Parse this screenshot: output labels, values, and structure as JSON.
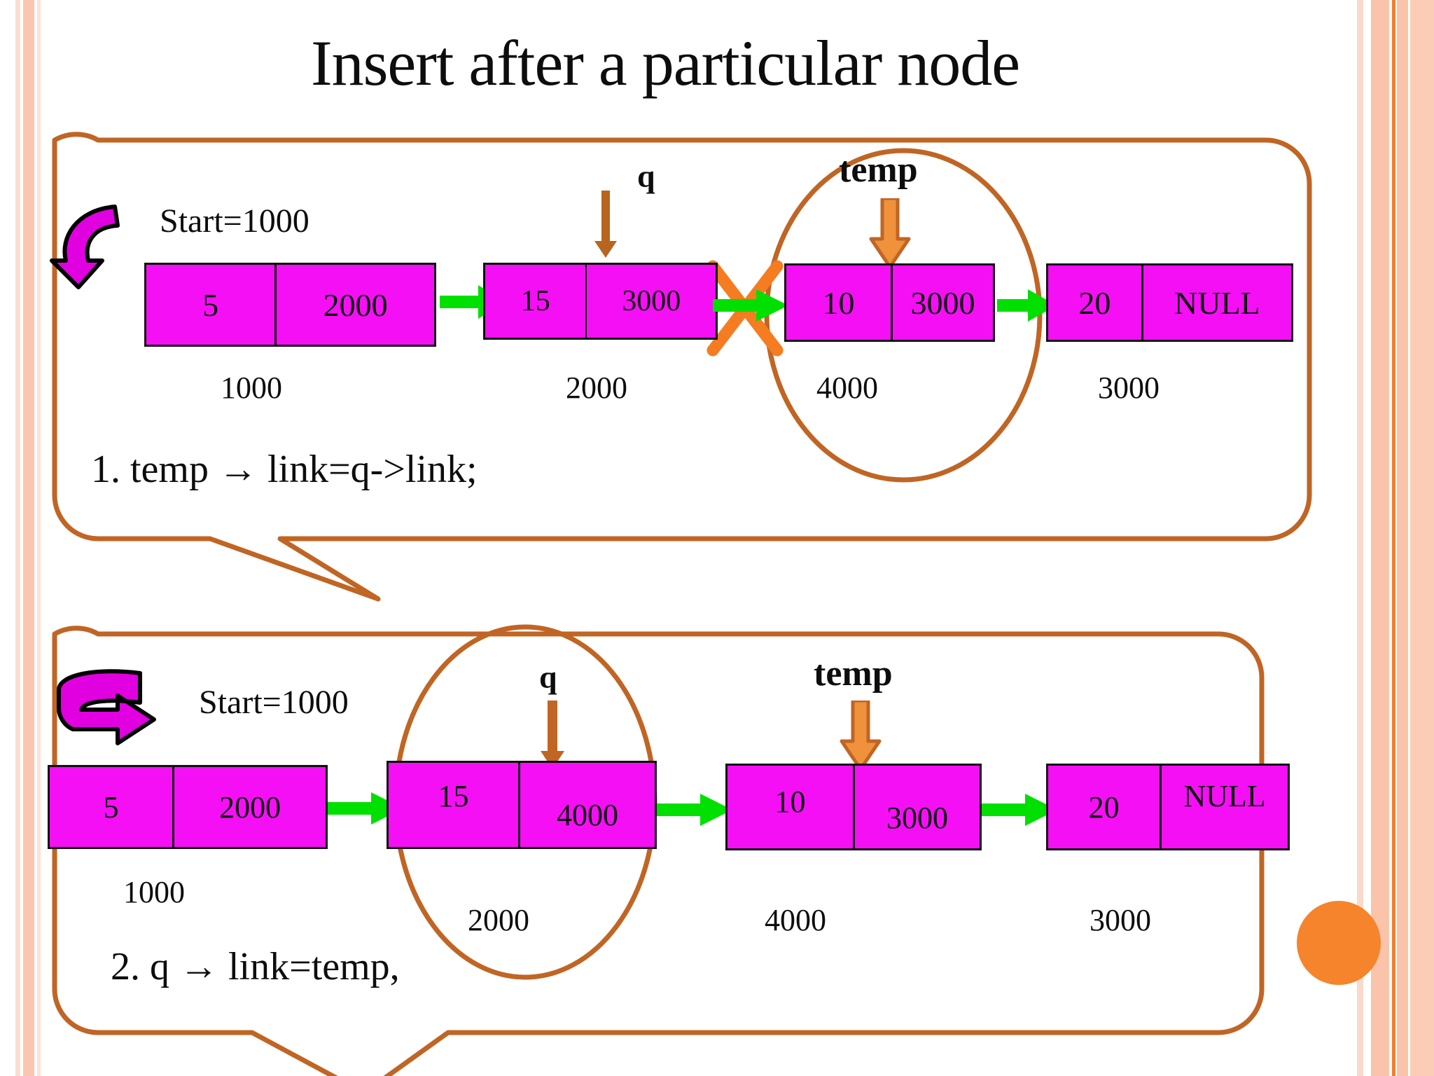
{
  "slide": {
    "title": "Insert after a particular node",
    "colors": {
      "node_fill": "#f40ff4",
      "node_stroke": "#111111",
      "link_arrow": "#00e000",
      "pointer_arrow": "#e07b2a",
      "callout_outline": "#c06524",
      "cross_out": "#f57c20",
      "purple_arrow": "#e000e0",
      "accent_dot": "#f5842c",
      "rail": "#fac4ab"
    }
  },
  "panel1": {
    "start_label": "Start=1000",
    "step_text": "1. temp → link=q->link;",
    "pointers": [
      {
        "name": "q",
        "target_index": 1
      },
      {
        "name": "temp",
        "target_index": 2
      }
    ],
    "nodes": [
      {
        "data": "5",
        "link": "2000",
        "address": "1000"
      },
      {
        "data": "15",
        "link": "3000",
        "address": "2000"
      },
      {
        "data": "10",
        "link": "3000",
        "address": "4000"
      },
      {
        "data": "20",
        "link": "NULL",
        "address": "3000"
      }
    ],
    "crossed_link_after_index": 1,
    "highlight_ellipse_around_index": 2
  },
  "panel2": {
    "start_label": "Start=1000",
    "step_text": "2. q → link=temp,",
    "pointers": [
      {
        "name": "q",
        "target_index": 1
      },
      {
        "name": "temp",
        "target_index": 2
      }
    ],
    "nodes": [
      {
        "data": "5",
        "link": "2000",
        "address": "1000"
      },
      {
        "data": "15",
        "link": "4000",
        "address": "2000"
      },
      {
        "data": "10",
        "link": "3000",
        "address": "4000"
      },
      {
        "data": "20",
        "link": "NULL",
        "address": "3000"
      }
    ],
    "highlight_ellipse_around_index": 1
  },
  "icons": {
    "purple_curve_arrow": "curved-arrow-icon",
    "purple_uturn_arrow": "uturn-arrow-icon",
    "accent_dot": "accent-dot-icon"
  }
}
